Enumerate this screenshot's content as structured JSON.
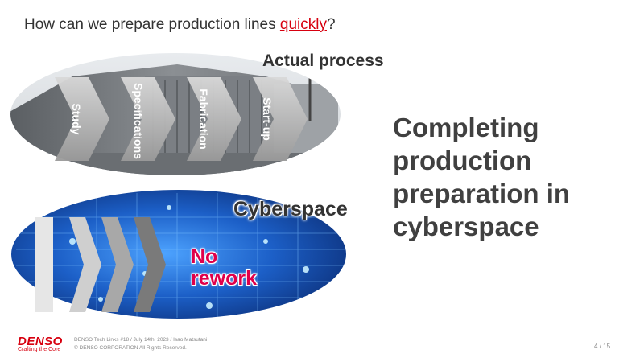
{
  "slide": {
    "question_prefix": "How can we prepare production lines ",
    "question_highlight": "quickly",
    "question_suffix": "?",
    "actual_label": "Actual process",
    "cyber_label": "Cyberspace",
    "stages": [
      "Study",
      "Specifications",
      "Fabrication",
      "Start-up"
    ],
    "no_rework_line1": "No",
    "no_rework_line2": "rework",
    "conclusion_lines": [
      "Completing",
      "production",
      "preparation in",
      "cyberspace"
    ]
  },
  "footer": {
    "logo_text": "DENSO",
    "logo_tagline": "Crafting the Core",
    "event_info": "DENSO Tech Links #18 / July 14th, 2023 / Isao Matsutani",
    "copyright": "© DENSO CORPORATION All Rights Reserved.",
    "page_current": "4",
    "page_separator": "/",
    "page_total": "15"
  },
  "colors": {
    "accent_red": "#d7000f",
    "no_rework_red": "#e0004a",
    "text_dark": "#404040",
    "cyber_blue": "#0a2e7a"
  }
}
